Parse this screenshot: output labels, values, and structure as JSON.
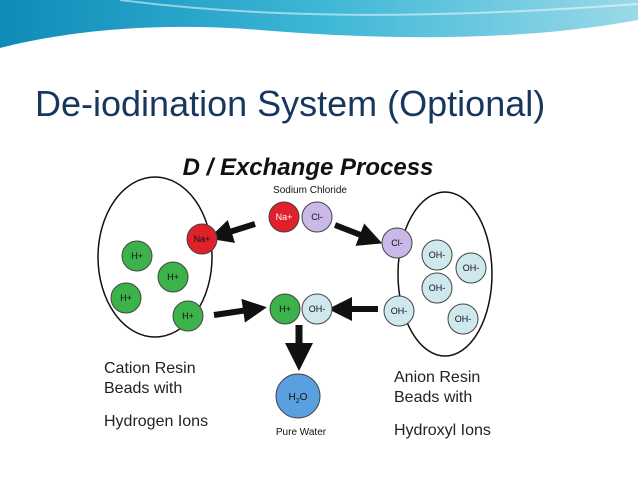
{
  "slide": {
    "title": "De-iodination System (Optional)"
  },
  "diagram": {
    "heading": "D / Exchange Process",
    "sodium_chloride_label": "Sodium Chloride",
    "na_ion": "Na+",
    "cl_ion": "Cl-",
    "h_ion": "H+",
    "oh_ion": "OH-",
    "water": "Pure Water",
    "cation_label_line1": "Cation Resin",
    "cation_label_line2": "Beads with",
    "cation_label_line3": "Hydrogen Ions",
    "anion_label_line1": "Anion Resin",
    "anion_label_line2": "Beads with",
    "anion_label_line3": "Hydroxyl Ions",
    "colors": {
      "na": "#e0202a",
      "cl": "#c9b8e8",
      "h": "#3cb34a",
      "oh": "#cfe8ee",
      "water": "#5aa0e0",
      "title_text": "#17375e"
    }
  }
}
